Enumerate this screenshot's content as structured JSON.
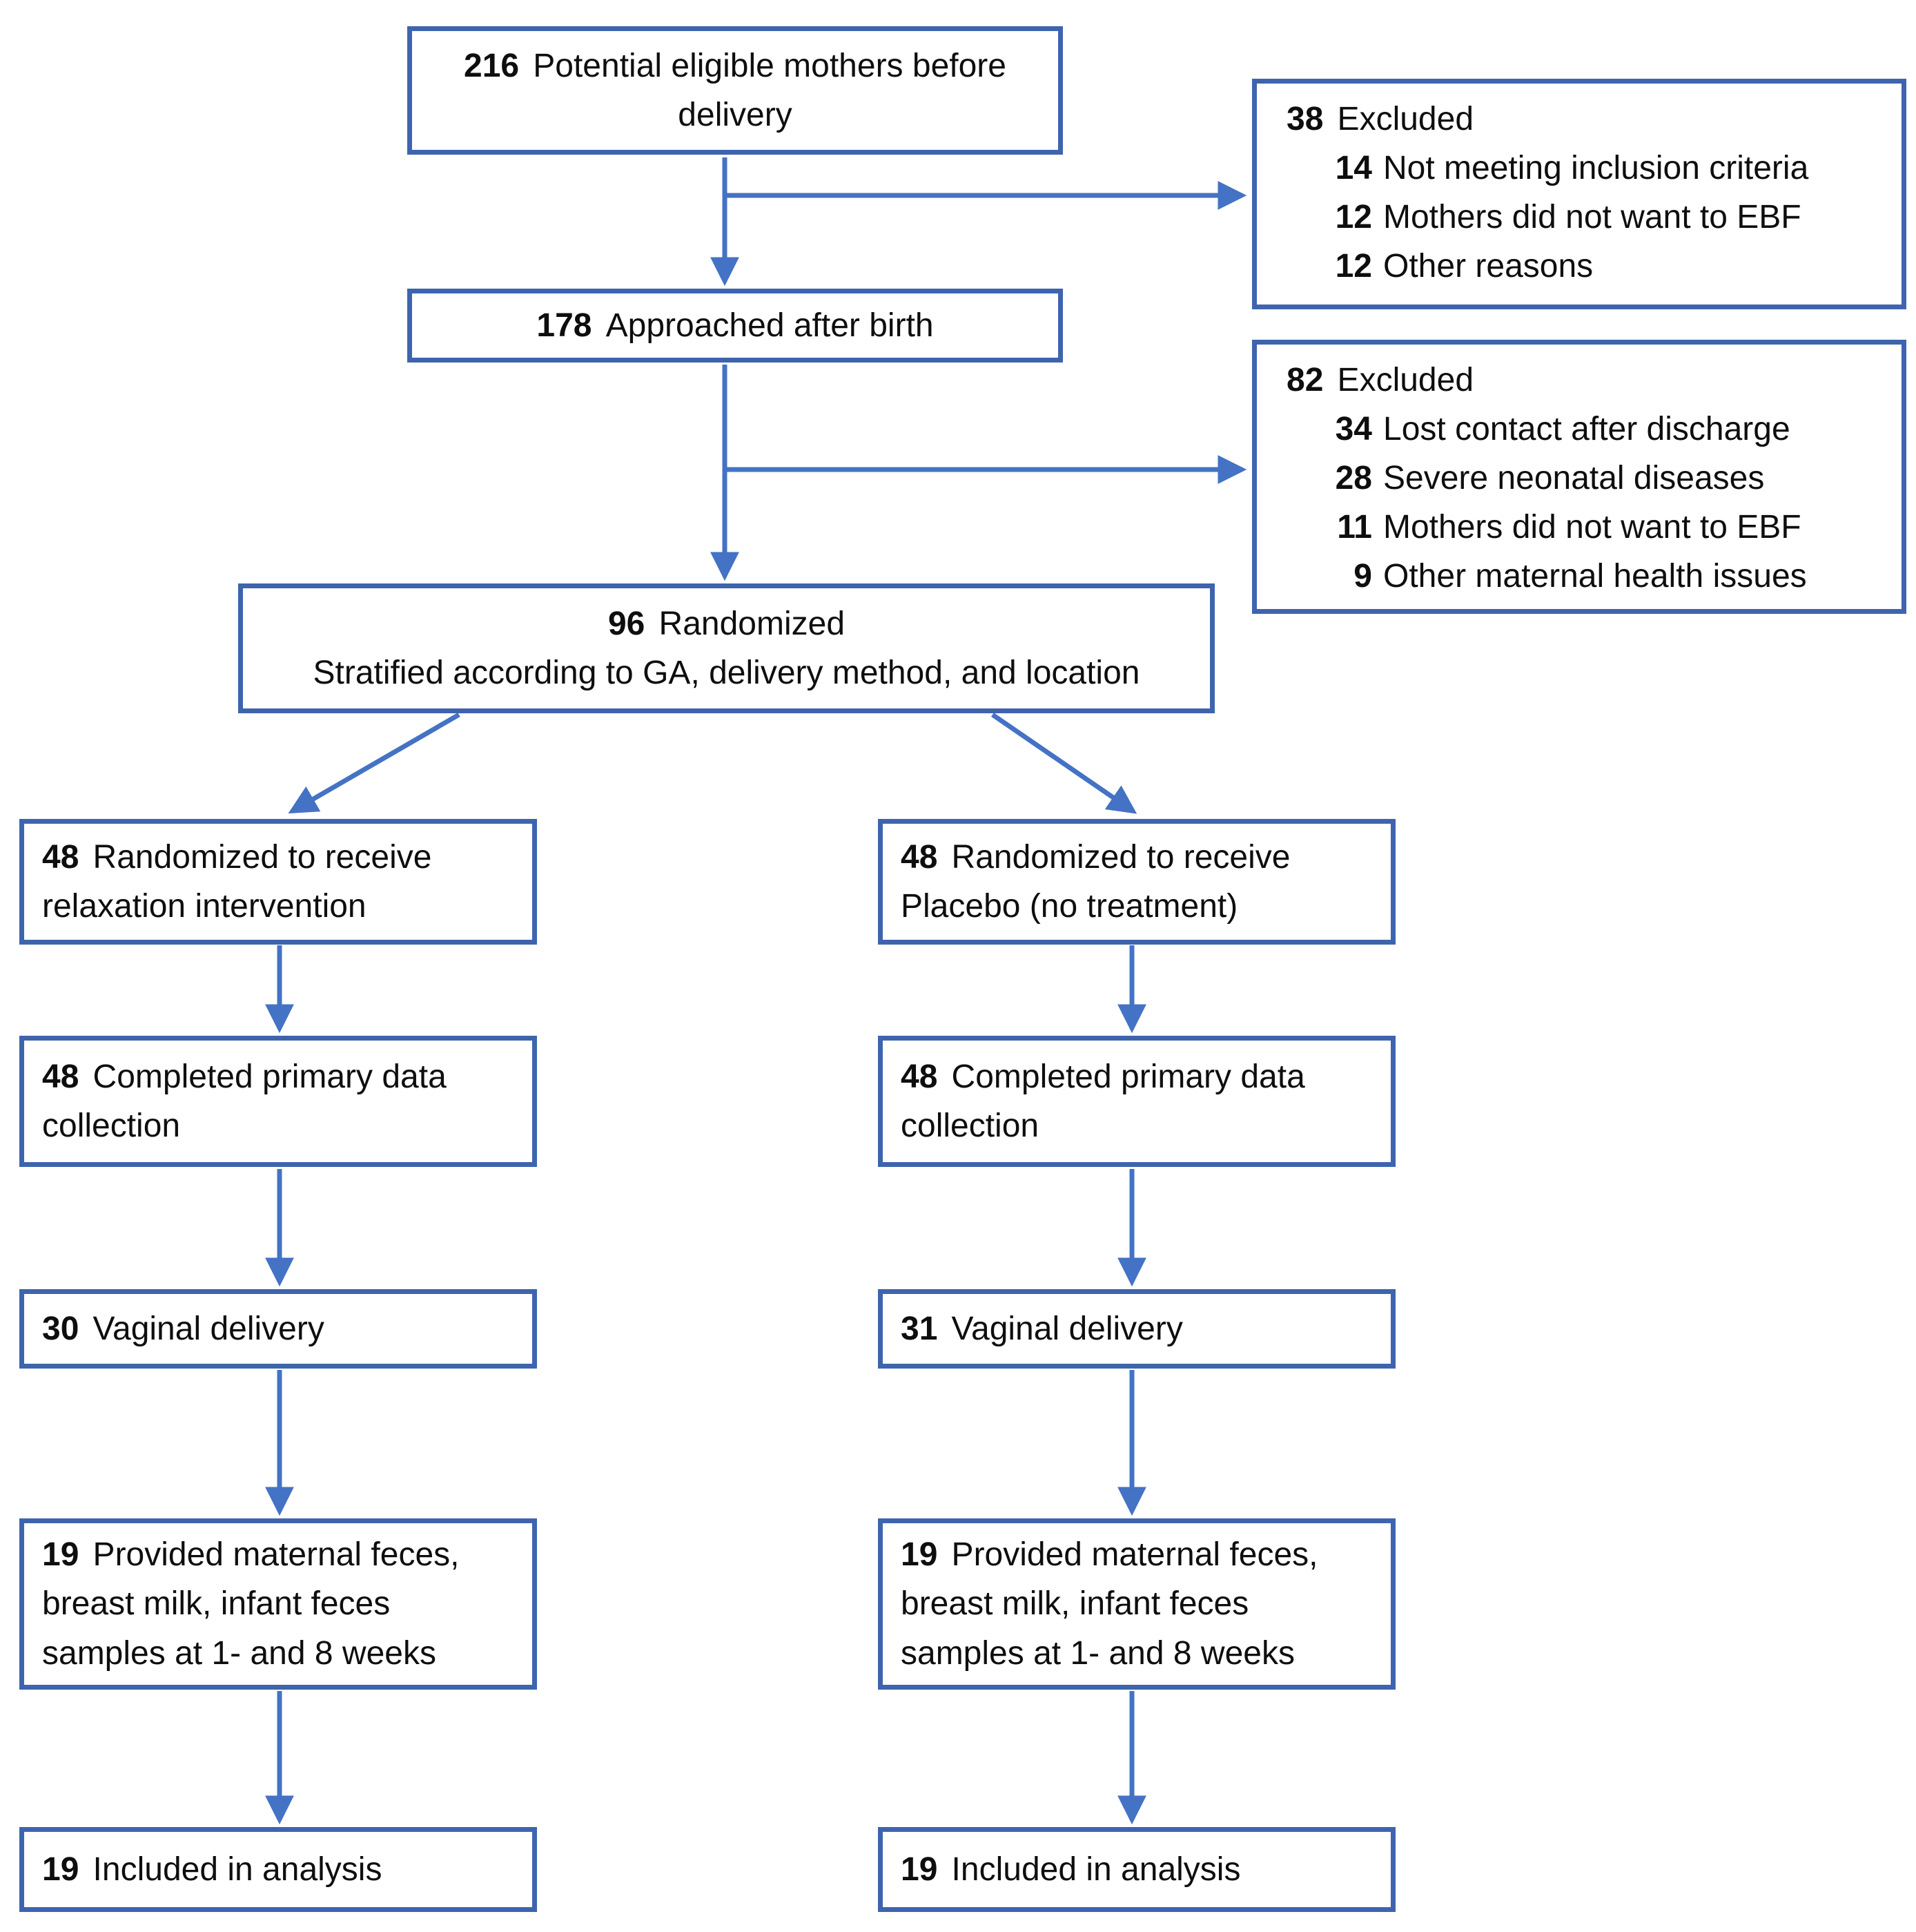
{
  "colors": {
    "box_border": "#3E64AE",
    "arrow": "#4472C4",
    "text": "#0e0e0e"
  },
  "flow": {
    "eligible": {
      "num": "216",
      "text": "Potential eligible mothers before delivery"
    },
    "excluded1": {
      "num": "38",
      "title": "Excluded",
      "items": [
        {
          "num": "14",
          "text": "Not meeting inclusion criteria"
        },
        {
          "num": "12",
          "text": "Mothers did not want to EBF"
        },
        {
          "num": "12",
          "text": "Other reasons"
        }
      ]
    },
    "approached": {
      "num": "178",
      "text": "Approached after birth"
    },
    "excluded2": {
      "num": "82",
      "title": "Excluded",
      "items": [
        {
          "num": "34",
          "text": "Lost contact after discharge"
        },
        {
          "num": "28",
          "text": "Severe neonatal diseases"
        },
        {
          "num": "11",
          "text": "Mothers did not want to EBF"
        },
        {
          "num": "9",
          "text": "Other maternal health issues"
        }
      ]
    },
    "randomized": {
      "num": "96",
      "text": "Randomized",
      "sub": "Stratified according to GA, delivery method, and location"
    },
    "left_arm": [
      {
        "num": "48",
        "text": "Randomized to receive relaxation intervention"
      },
      {
        "num": "48",
        "text": "Completed primary data collection"
      },
      {
        "num": "30",
        "text": "Vaginal delivery"
      },
      {
        "num": "19",
        "text": "Provided maternal feces, breast milk, infant feces samples at 1- and 8 weeks"
      },
      {
        "num": "19",
        "text": "Included in analysis"
      }
    ],
    "right_arm": [
      {
        "num": "48",
        "text": "Randomized to receive Placebo (no treatment)"
      },
      {
        "num": "48",
        "text": "Completed primary data collection"
      },
      {
        "num": "31",
        "text": "Vaginal delivery"
      },
      {
        "num": "19",
        "text": "Provided maternal feces, breast milk, infant feces samples at 1- and 8 weeks"
      },
      {
        "num": "19",
        "text": "Included in analysis"
      }
    ]
  }
}
